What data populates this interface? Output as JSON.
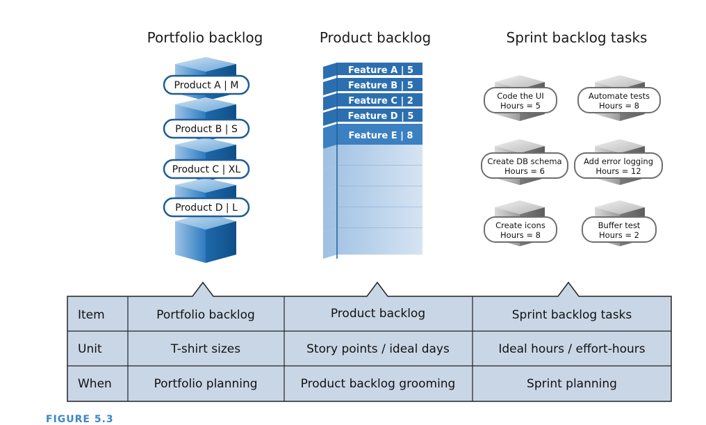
{
  "columns": {
    "portfolio": "Portfolio backlog",
    "product": "Product backlog",
    "sprint": "Sprint backlog tasks"
  },
  "portfolio_items": [
    {
      "label": "Product A | M"
    },
    {
      "label": "Product B | S"
    },
    {
      "label": "Product C | XL"
    },
    {
      "label": "Product D | L"
    }
  ],
  "product_items": [
    {
      "label": "Feature A | 5"
    },
    {
      "label": "Feature B | 5"
    },
    {
      "label": "Feature C | 2"
    },
    {
      "label": "Feature D | 5"
    },
    {
      "label": "Feature E | 8"
    }
  ],
  "sprint_tasks": [
    {
      "name": "Code the UI",
      "hours": "Hours = 5"
    },
    {
      "name": "Automate tests",
      "hours": "Hours = 8"
    },
    {
      "name": "Create DB schema",
      "hours": "Hours = 6"
    },
    {
      "name": "Add error logging",
      "hours": "Hours = 12"
    },
    {
      "name": "Create icons",
      "hours": "Hours = 8"
    },
    {
      "name": "Buffer test",
      "hours": "Hours = 2"
    }
  ],
  "table": {
    "rows": [
      {
        "head": "Item",
        "portfolio": "Portfolio backlog",
        "product": "Product backlog",
        "sprint": "Sprint backlog tasks"
      },
      {
        "head": "Unit",
        "portfolio": "T-shirt sizes",
        "product": "Story points / ideal days",
        "sprint": "Ideal hours / effort-hours"
      },
      {
        "head": "When",
        "portfolio": "Portfolio planning",
        "product": "Product backlog grooming",
        "sprint": "Sprint planning"
      }
    ]
  },
  "caption": "FIGURE 5.3",
  "colors": {
    "portfolio_blue": "#1f6fb0",
    "product_blue": "#2a73b8",
    "sprint_gray": "#8c8c8c",
    "table_fill": "#c9d6e6",
    "caption_blue": "#3a86c8"
  }
}
